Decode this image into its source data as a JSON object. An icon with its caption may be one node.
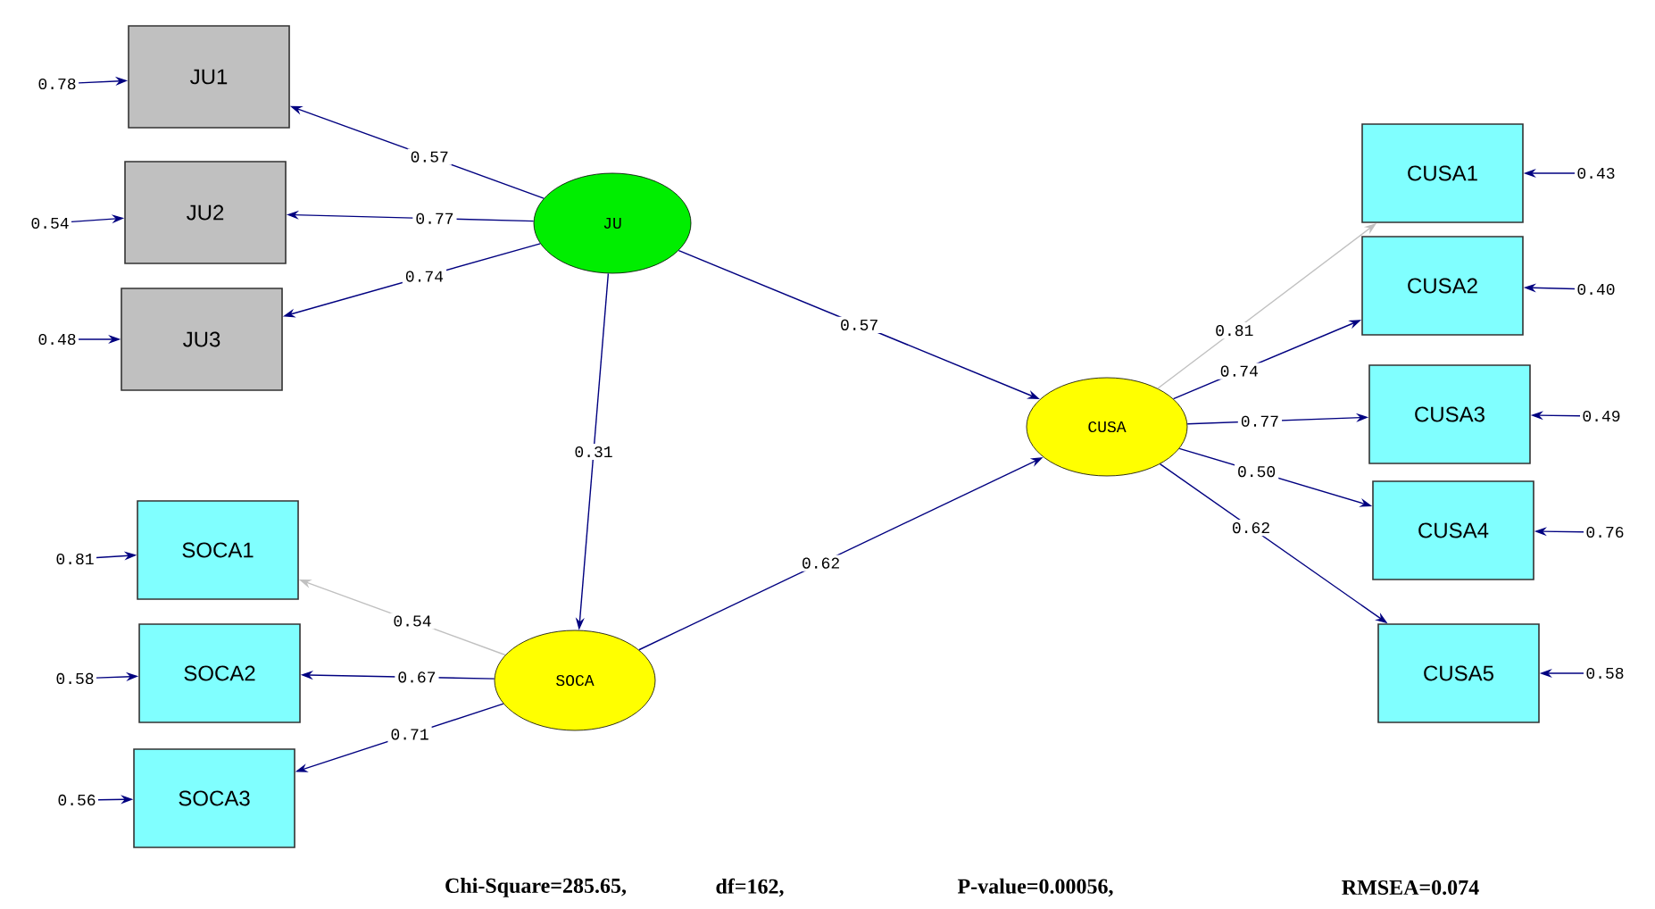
{
  "diagram": {
    "nodes": [
      {
        "text": [
          "JU"
        ]
      },
      {
        "text": [
          "JU1"
        ]
      },
      {
        "text": [
          "JU2"
        ]
      },
      {
        "text": [
          "JU3"
        ]
      },
      {
        "text": [
          "SOCA"
        ]
      },
      {
        "text": [
          "SOCA1"
        ]
      },
      {
        "text": [
          "SOCA2"
        ]
      },
      {
        "text": [
          "SOCA3"
        ]
      },
      {
        "text": [
          "CUSA"
        ]
      },
      {
        "text": [
          "CUSA1"
        ]
      },
      {
        "text": [
          "CUSA2"
        ]
      },
      {
        "text": [
          "CUSA3"
        ]
      },
      {
        "text": [
          "CUSA4"
        ]
      },
      {
        "text": [
          "CUSA5"
        ]
      },
      {
        "text": [
          "0.78"
        ]
      },
      {
        "text": [
          "0.54"
        ]
      },
      {
        "text": [
          "0.48"
        ]
      },
      {
        "text": [
          "0.81"
        ]
      },
      {
        "text": [
          "0.58"
        ]
      },
      {
        "text": [
          "0.56"
        ]
      },
      {
        "text": [
          "0.43"
        ]
      },
      {
        "text": [
          "0.40"
        ]
      },
      {
        "text": [
          "0.49"
        ]
      },
      {
        "text": [
          "0.76"
        ]
      },
      {
        "text": [
          "0.58"
        ]
      }
    ],
    "edges": [
      {
        "from": 0,
        "to": 1,
        "arrow": "to",
        "label": "0.57"
      },
      {
        "from": 0,
        "to": 2,
        "arrow": "to",
        "label": "0.77"
      },
      {
        "from": 0,
        "to": 3,
        "arrow": "to",
        "label": "0.74"
      },
      {
        "from": 0,
        "to": 8,
        "arrow": "to",
        "label": "0.57"
      },
      {
        "from": 0,
        "to": 4,
        "arrow": "to",
        "label": "0.31"
      },
      {
        "from": 4,
        "to": 5,
        "arrow": "to",
        "label": "0.54",
        "color": "#c0c0c0"
      },
      {
        "from": 4,
        "to": 6,
        "arrow": "to",
        "label": "0.67"
      },
      {
        "from": 4,
        "to": 7,
        "arrow": "to",
        "label": "0.71"
      },
      {
        "from": 4,
        "to": 8,
        "arrow": "to",
        "label": "0.62"
      },
      {
        "from": 8,
        "to": 9,
        "arrow": "to",
        "label": "0.81",
        "color": "#c0c0c0"
      },
      {
        "from": 8,
        "to": 10,
        "arrow": "to",
        "label": "0.74"
      },
      {
        "from": 8,
        "to": 11,
        "arrow": "to",
        "label": "0.77"
      },
      {
        "from": 8,
        "to": 12,
        "arrow": "to",
        "label": "0.50"
      },
      {
        "from": 8,
        "to": 13,
        "arrow": "to",
        "label": "0.62"
      },
      {
        "from": 14,
        "to": 1,
        "arrow": "to"
      },
      {
        "from": 15,
        "to": 2,
        "arrow": "to"
      },
      {
        "from": 16,
        "to": 3,
        "arrow": "to"
      },
      {
        "from": 17,
        "to": 5,
        "arrow": "to"
      },
      {
        "from": 18,
        "to": 6,
        "arrow": "to"
      },
      {
        "from": 19,
        "to": 7,
        "arrow": "to"
      },
      {
        "from": 20,
        "to": 9,
        "arrow": "to"
      },
      {
        "from": 21,
        "to": 10,
        "arrow": "to"
      },
      {
        "from": 22,
        "to": 11,
        "arrow": "to"
      },
      {
        "from": 23,
        "to": 12,
        "arrow": "to"
      },
      {
        "from": 24,
        "to": 13,
        "arrow": "to"
      }
    ],
    "labels": [
      "Chi-Square=285.65,",
      "df=162,",
      "P-value=0.00056,",
      "RMSEA=0.074"
    ]
  }
}
